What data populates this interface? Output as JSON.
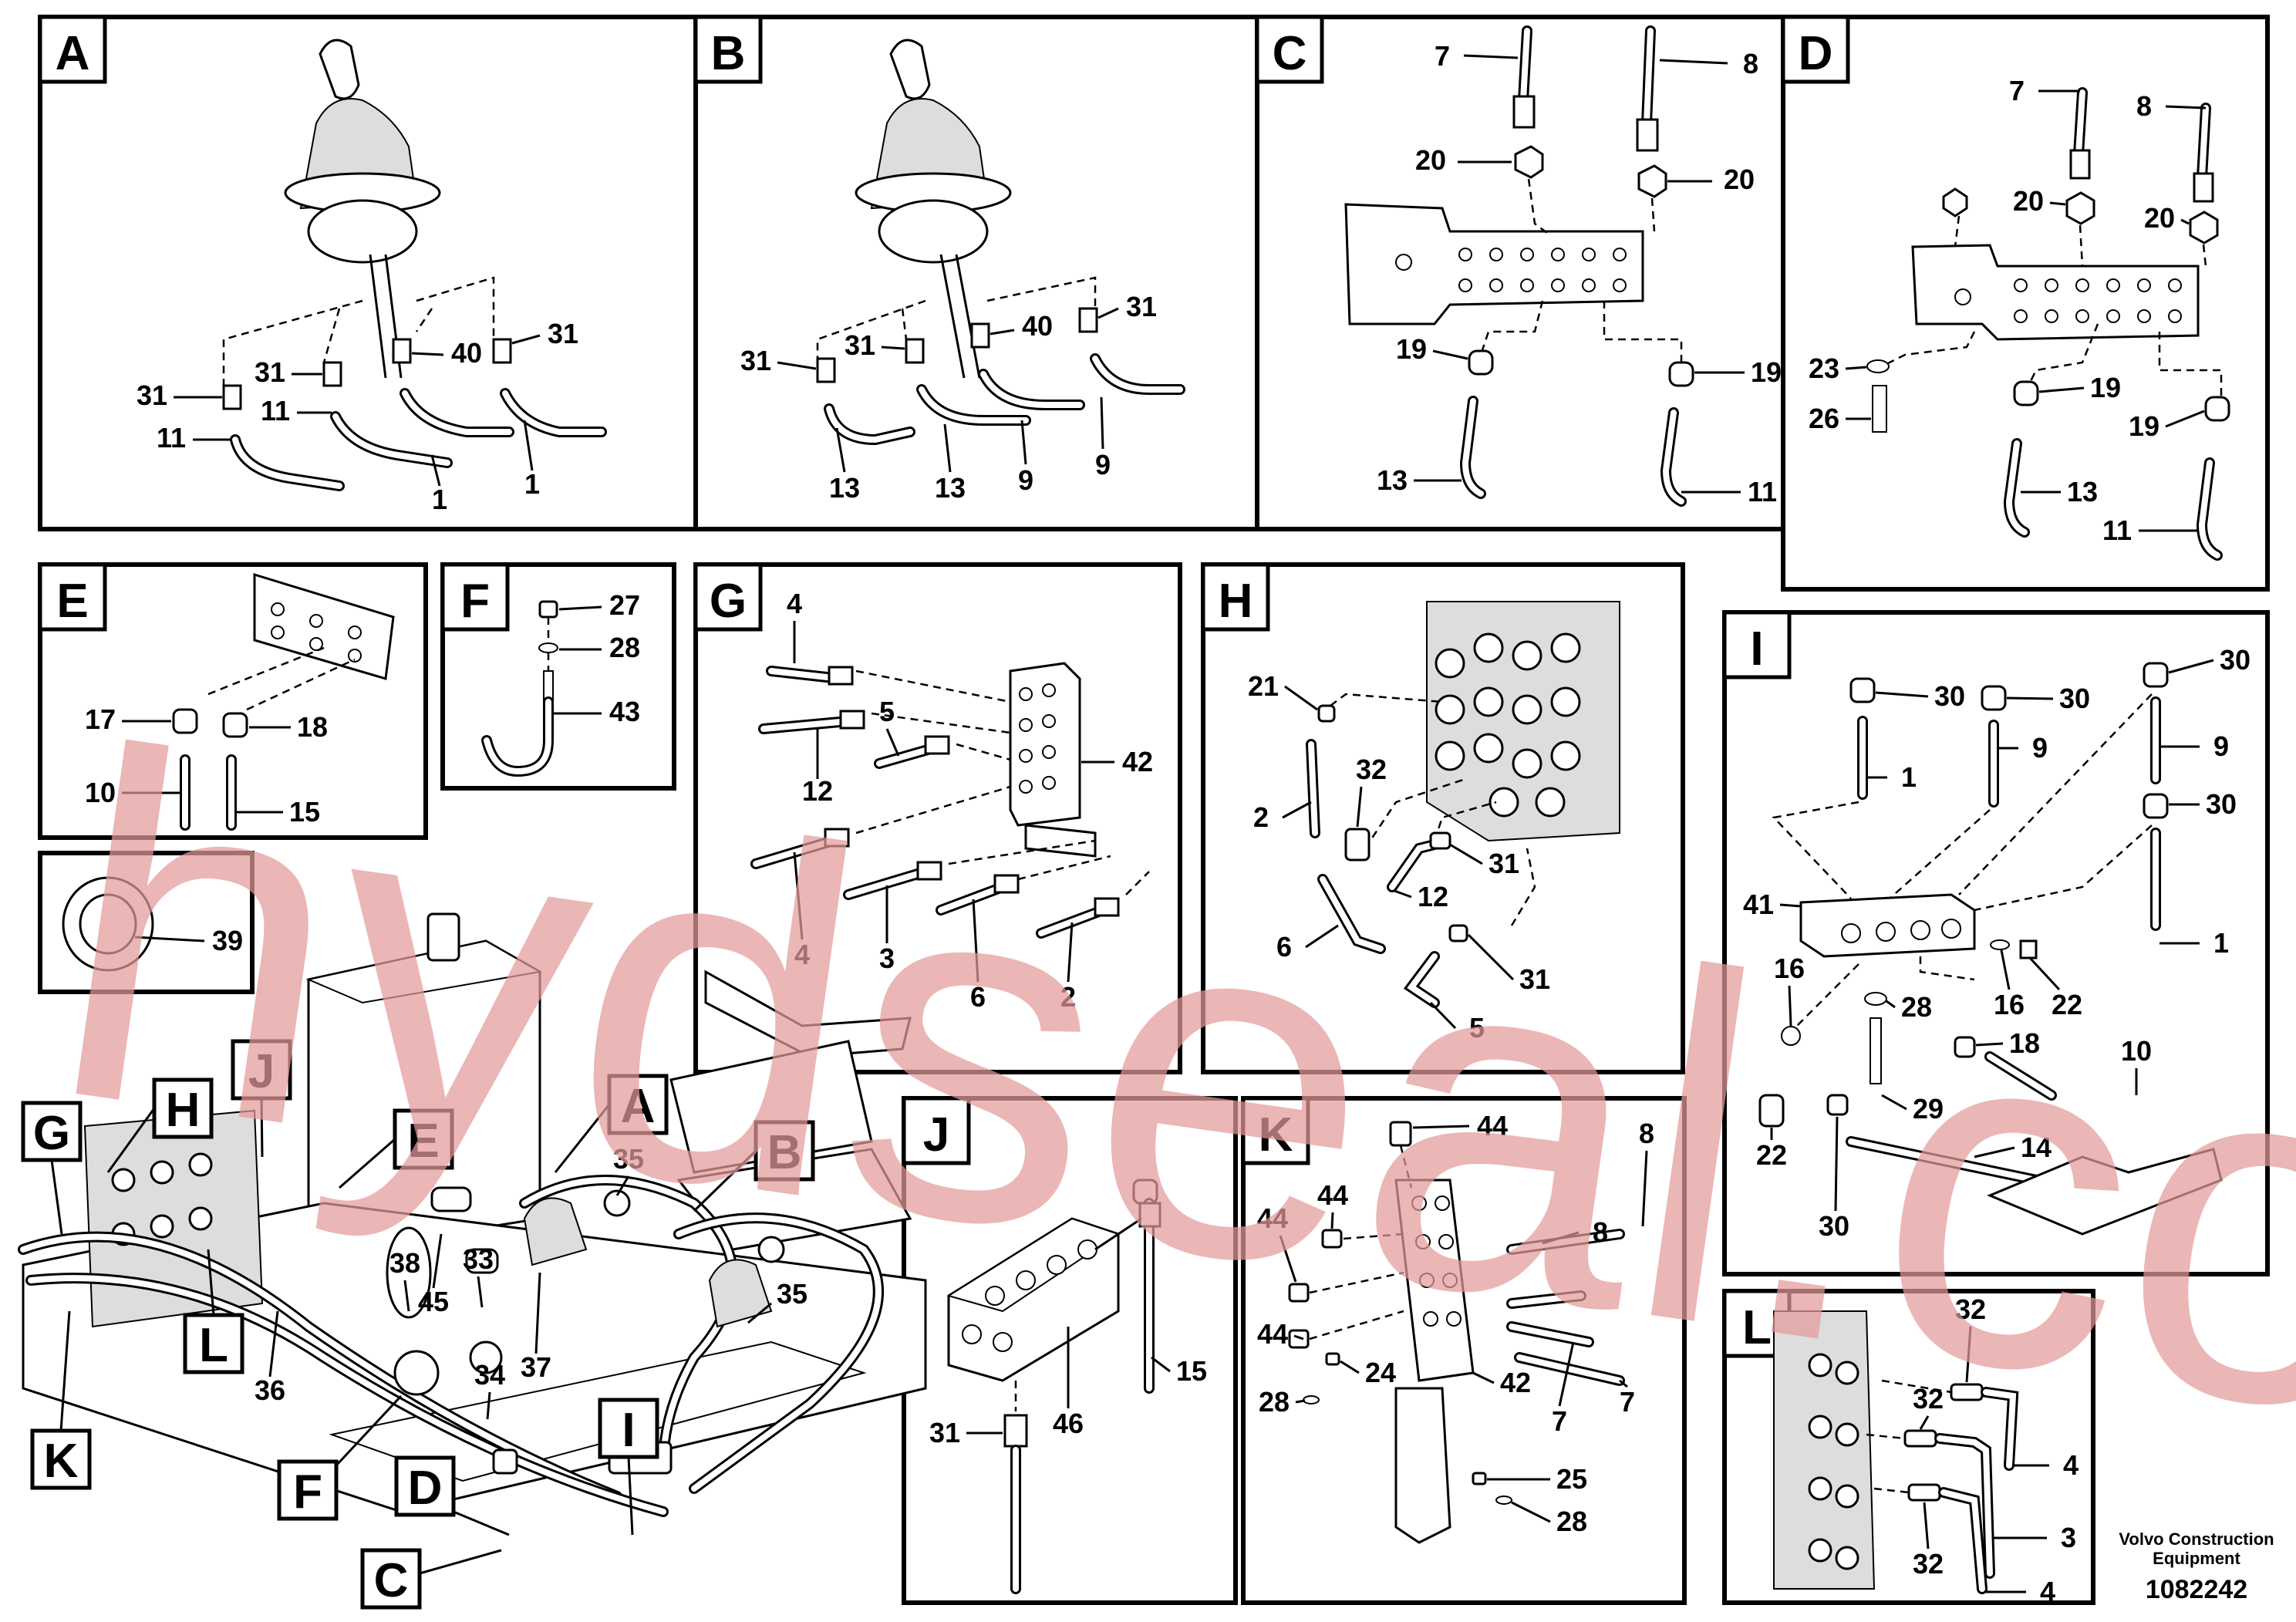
{
  "footer": {
    "company_line1": "Volvo Construction",
    "company_line2": "Equipment",
    "doc_number": "1082242"
  },
  "watermark": {
    "text": "hydseal.com",
    "color": "#e39a9a"
  },
  "panels": {
    "A": {
      "letter": "A",
      "callouts": [
        "31",
        "31",
        "31",
        "40",
        "11",
        "11",
        "1",
        "1"
      ]
    },
    "B": {
      "letter": "B",
      "callouts": [
        "31",
        "31",
        "31",
        "40",
        "13",
        "13",
        "9",
        "9"
      ]
    },
    "C": {
      "letter": "C",
      "callouts": [
        "7",
        "8",
        "20",
        "20",
        "19",
        "19",
        "13",
        "11"
      ]
    },
    "D": {
      "letter": "D",
      "callouts": [
        "7",
        "8",
        "20",
        "20",
        "23",
        "26",
        "19",
        "19",
        "13",
        "11"
      ]
    },
    "E": {
      "letter": "E",
      "callouts": [
        "17",
        "18",
        "10",
        "15"
      ]
    },
    "E2": {
      "callouts": [
        "39"
      ]
    },
    "F": {
      "letter": "F",
      "callouts": [
        "27",
        "28",
        "43"
      ]
    },
    "G": {
      "letter": "G",
      "callouts": [
        "4",
        "5",
        "12",
        "42",
        "4",
        "3",
        "6",
        "2"
      ]
    },
    "H": {
      "letter": "H",
      "callouts": [
        "21",
        "32",
        "2",
        "31",
        "12",
        "6",
        "31",
        "5"
      ]
    },
    "I": {
      "letter": "I",
      "callouts": [
        "30",
        "30",
        "30",
        "1",
        "9",
        "9",
        "30",
        "41",
        "16",
        "16",
        "22",
        "28",
        "18",
        "10",
        "1",
        "22",
        "29",
        "30",
        "14"
      ]
    },
    "J": {
      "letter": "J",
      "callouts": [
        "15",
        "46",
        "31"
      ]
    },
    "K": {
      "letter": "K",
      "callouts": [
        "44",
        "44",
        "44",
        "44",
        "8",
        "8",
        "24",
        "42",
        "28",
        "7",
        "7",
        "25",
        "28"
      ]
    },
    "L": {
      "letter": "L",
      "callouts": [
        "32",
        "32",
        "4",
        "3",
        "32",
        "4"
      ]
    },
    "overview": {
      "letters": [
        "A",
        "B",
        "C",
        "D",
        "E",
        "F",
        "G",
        "H",
        "I",
        "J",
        "K",
        "L"
      ],
      "callouts": [
        "35",
        "35",
        "33",
        "34",
        "38",
        "45",
        "37",
        "36"
      ]
    }
  }
}
